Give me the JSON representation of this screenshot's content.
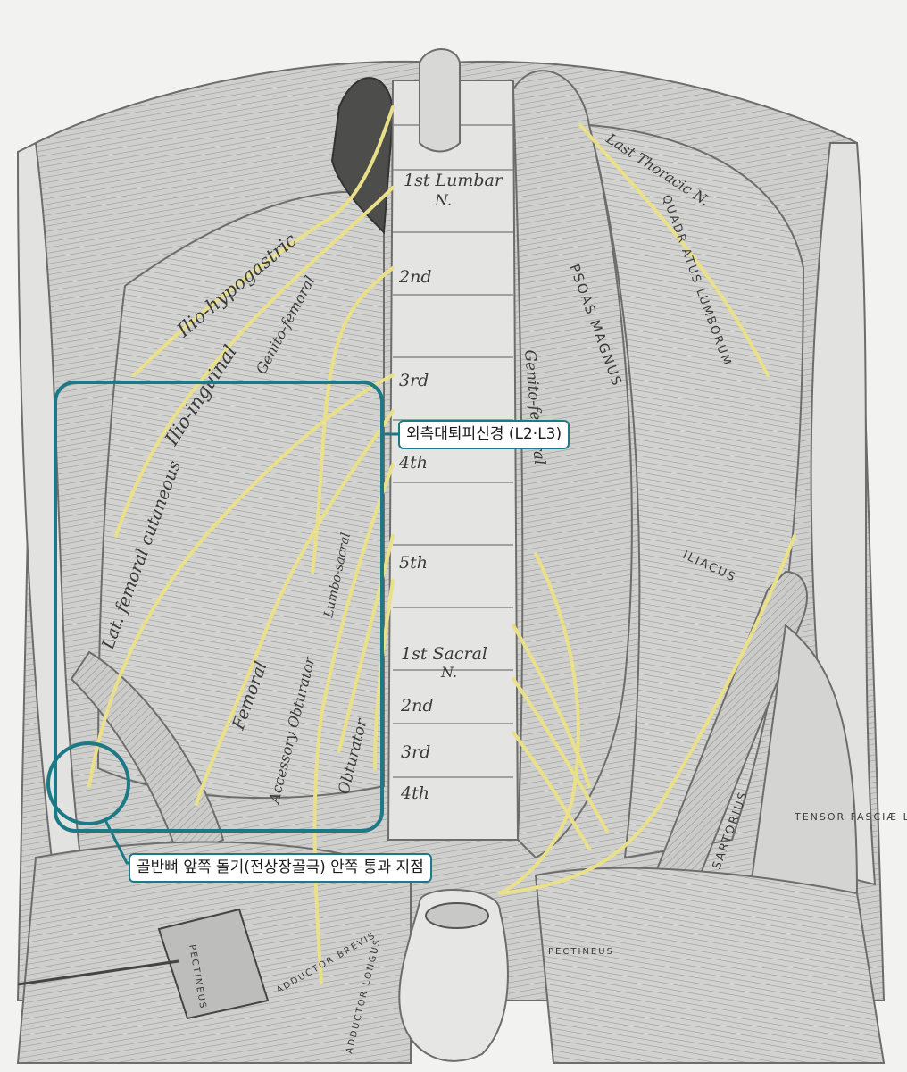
{
  "callouts": {
    "nerve_label": "외측대퇴피신경 (L2·L3)",
    "landmark_label": "골반뼈 앞쪽 돌기(전상장골극) 안쪽 통과 지점"
  },
  "plate_labels": {
    "lumbar_1": "1st Lumbar",
    "lumbar_1_n": "N.",
    "second": "2nd",
    "third": "3rd",
    "fourth": "4th",
    "fifth": "5th",
    "sacral_1": "1st Sacral",
    "sacral_1_n": "N.",
    "sacral_2": "2nd",
    "sacral_3": "3rd",
    "sacral_4": "4th",
    "ilio_hypogastric": "Ilio-hypogastric",
    "ilio_inguinal": "Ilio-inguinal",
    "genito_femoral_left": "Genito-femoral",
    "genito_femoral_right": "Genito-femoral",
    "lat_femoral_cutaneous": "Lat. femoral cutaneous",
    "femoral": "Femoral",
    "obturator": "Obturator",
    "accessory_obturator": "Accessory Obturator",
    "lumbo_sacral": "Lumbo-sacral",
    "last_thoracic": "Last Thoracic N.",
    "quadratus_lumborum": "QUADR ATUS LUMBORUM",
    "psoas": "PSOAS MAGNUS",
    "iliacus": "ILIACUS",
    "sartorius": "SARTORIUS",
    "tensor": "TENSOR FASCIÆ LATÆ",
    "pectineus_right": "PECTINEUS",
    "pectineus_left": "PECTINEUS",
    "adductor_brevis": "ADDUCTOR BREVIS",
    "adductor_longus": "ADDUCTOR LONGUS"
  },
  "colors": {
    "highlight": "#1c7a86",
    "nerve": "#eae08a",
    "muscle": "#c9c9c7",
    "bone": "#e4e4e2"
  }
}
